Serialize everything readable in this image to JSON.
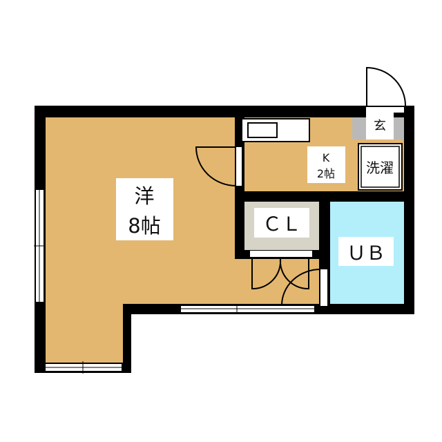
{
  "rooms": {
    "western": {
      "name": "洋",
      "size": "8帖"
    },
    "kitchen": {
      "name": "K",
      "size": "2帖"
    },
    "laundry": {
      "name": "洗濯"
    },
    "closet": {
      "name": "ＣＬ"
    },
    "bath": {
      "name": "ＵＢ"
    },
    "entrance": {
      "name": "玄"
    }
  },
  "colors": {
    "floor": "#E3B76F",
    "bath": "#B3EEFB",
    "closet": "#D6D3C7",
    "entrance": "#B9B9B9",
    "wall": "#000000"
  }
}
